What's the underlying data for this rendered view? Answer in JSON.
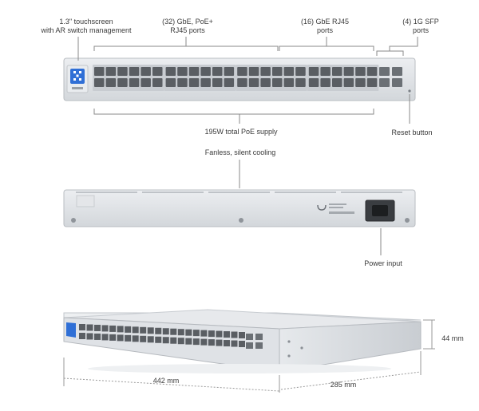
{
  "front_callouts": {
    "touchscreen": [
      "1.3\" touchscreen",
      "with AR switch management"
    ],
    "poe_ports": [
      "(32) GbE, PoE+",
      "RJ45 ports"
    ],
    "gbe_ports": [
      "(16) GbE RJ45",
      "ports"
    ],
    "sfp_ports": [
      "(4) 1G SFP",
      "ports"
    ],
    "poe_supply": "195W total PoE supply",
    "reset": "Reset button"
  },
  "rear_callouts": {
    "cooling": "Fanless, silent cooling",
    "power": "Power input"
  },
  "dimensions": {
    "width": "442 mm",
    "depth": "285 mm",
    "height": "44 mm"
  },
  "colors": {
    "chassis": "#dcdfe3",
    "chassis_edge": "#b9bdc2",
    "port": "#5a5e63",
    "screen": "#2f6fd6",
    "callout_line": "#8a8a8a"
  }
}
